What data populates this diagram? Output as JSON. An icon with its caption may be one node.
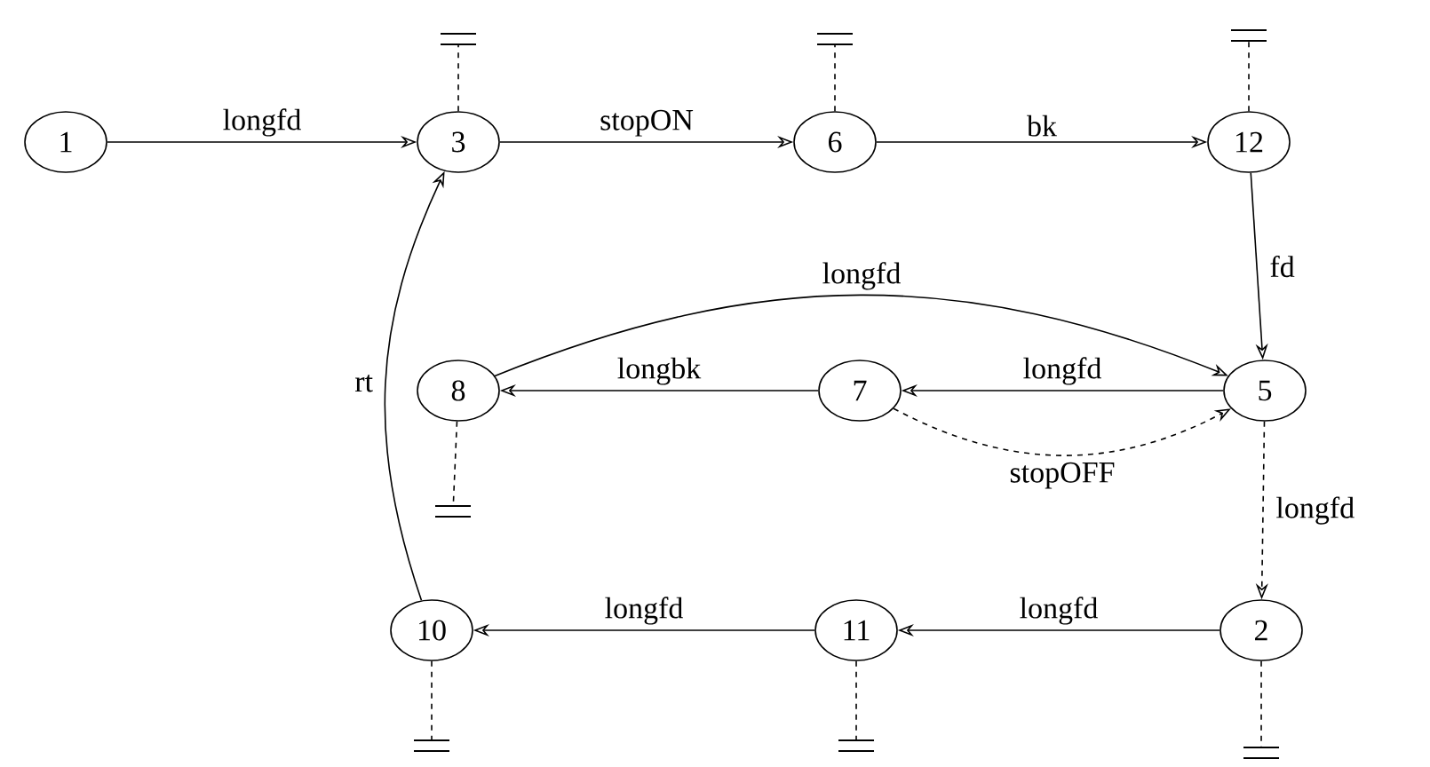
{
  "diagram": {
    "nodes": [
      {
        "text": [
          "1"
        ]
      },
      {
        "text": [
          "3"
        ]
      },
      {
        "text": [
          "6"
        ]
      },
      {
        "text": [
          "12"
        ]
      },
      {
        "text": [
          "8"
        ]
      },
      {
        "text": [
          "7"
        ]
      },
      {
        "text": [
          "5"
        ]
      },
      {
        "text": [
          "10"
        ]
      },
      {
        "text": [
          "11"
        ]
      },
      {
        "text": [
          "2"
        ]
      },
      {
        "text": [],
        "shape": "ground"
      },
      {
        "text": [],
        "shape": "ground"
      },
      {
        "text": [],
        "shape": "ground"
      },
      {
        "text": [],
        "shape": "ground"
      },
      {
        "text": [],
        "shape": "ground"
      },
      {
        "text": [],
        "shape": "ground"
      },
      {
        "text": [],
        "shape": "ground"
      }
    ],
    "edges": [
      {
        "from": 0,
        "to": 1,
        "arrow": "to",
        "label": "longfd"
      },
      {
        "from": 1,
        "to": 2,
        "arrow": "to",
        "label": "stopON"
      },
      {
        "from": 2,
        "to": 3,
        "arrow": "to",
        "label": "bk"
      },
      {
        "from": 3,
        "to": 6,
        "arrow": "to",
        "label": "fd"
      },
      {
        "from": 4,
        "to": 6,
        "arrow": "to",
        "label": "longfd"
      },
      {
        "from": 6,
        "to": 5,
        "arrow": "to",
        "label": "longfd"
      },
      {
        "from": 5,
        "to": 4,
        "arrow": "to",
        "label": "longbk"
      },
      {
        "from": 5,
        "to": 6,
        "arrow": "to",
        "label": "stopOFF",
        "style": "dashed"
      },
      {
        "from": 6,
        "to": 9,
        "arrow": "to",
        "label": "longfd",
        "style": "dashed"
      },
      {
        "from": 9,
        "to": 8,
        "arrow": "to",
        "label": "longfd"
      },
      {
        "from": 8,
        "to": 7,
        "arrow": "to",
        "label": "longfd"
      },
      {
        "from": 7,
        "to": 1,
        "arrow": "to",
        "label": "rt"
      },
      {
        "from": 1,
        "to": 10,
        "arrow": "none",
        "style": "dashed"
      },
      {
        "from": 2,
        "to": 11,
        "arrow": "none",
        "style": "dashed"
      },
      {
        "from": 3,
        "to": 12,
        "arrow": "none",
        "style": "dashed"
      },
      {
        "from": 4,
        "to": 13,
        "arrow": "none",
        "style": "dashed"
      },
      {
        "from": 7,
        "to": 14,
        "arrow": "none",
        "style": "dashed"
      },
      {
        "from": 8,
        "to": 15,
        "arrow": "none",
        "style": "dashed"
      },
      {
        "from": 9,
        "to": 16,
        "arrow": "none",
        "style": "dashed"
      }
    ]
  }
}
